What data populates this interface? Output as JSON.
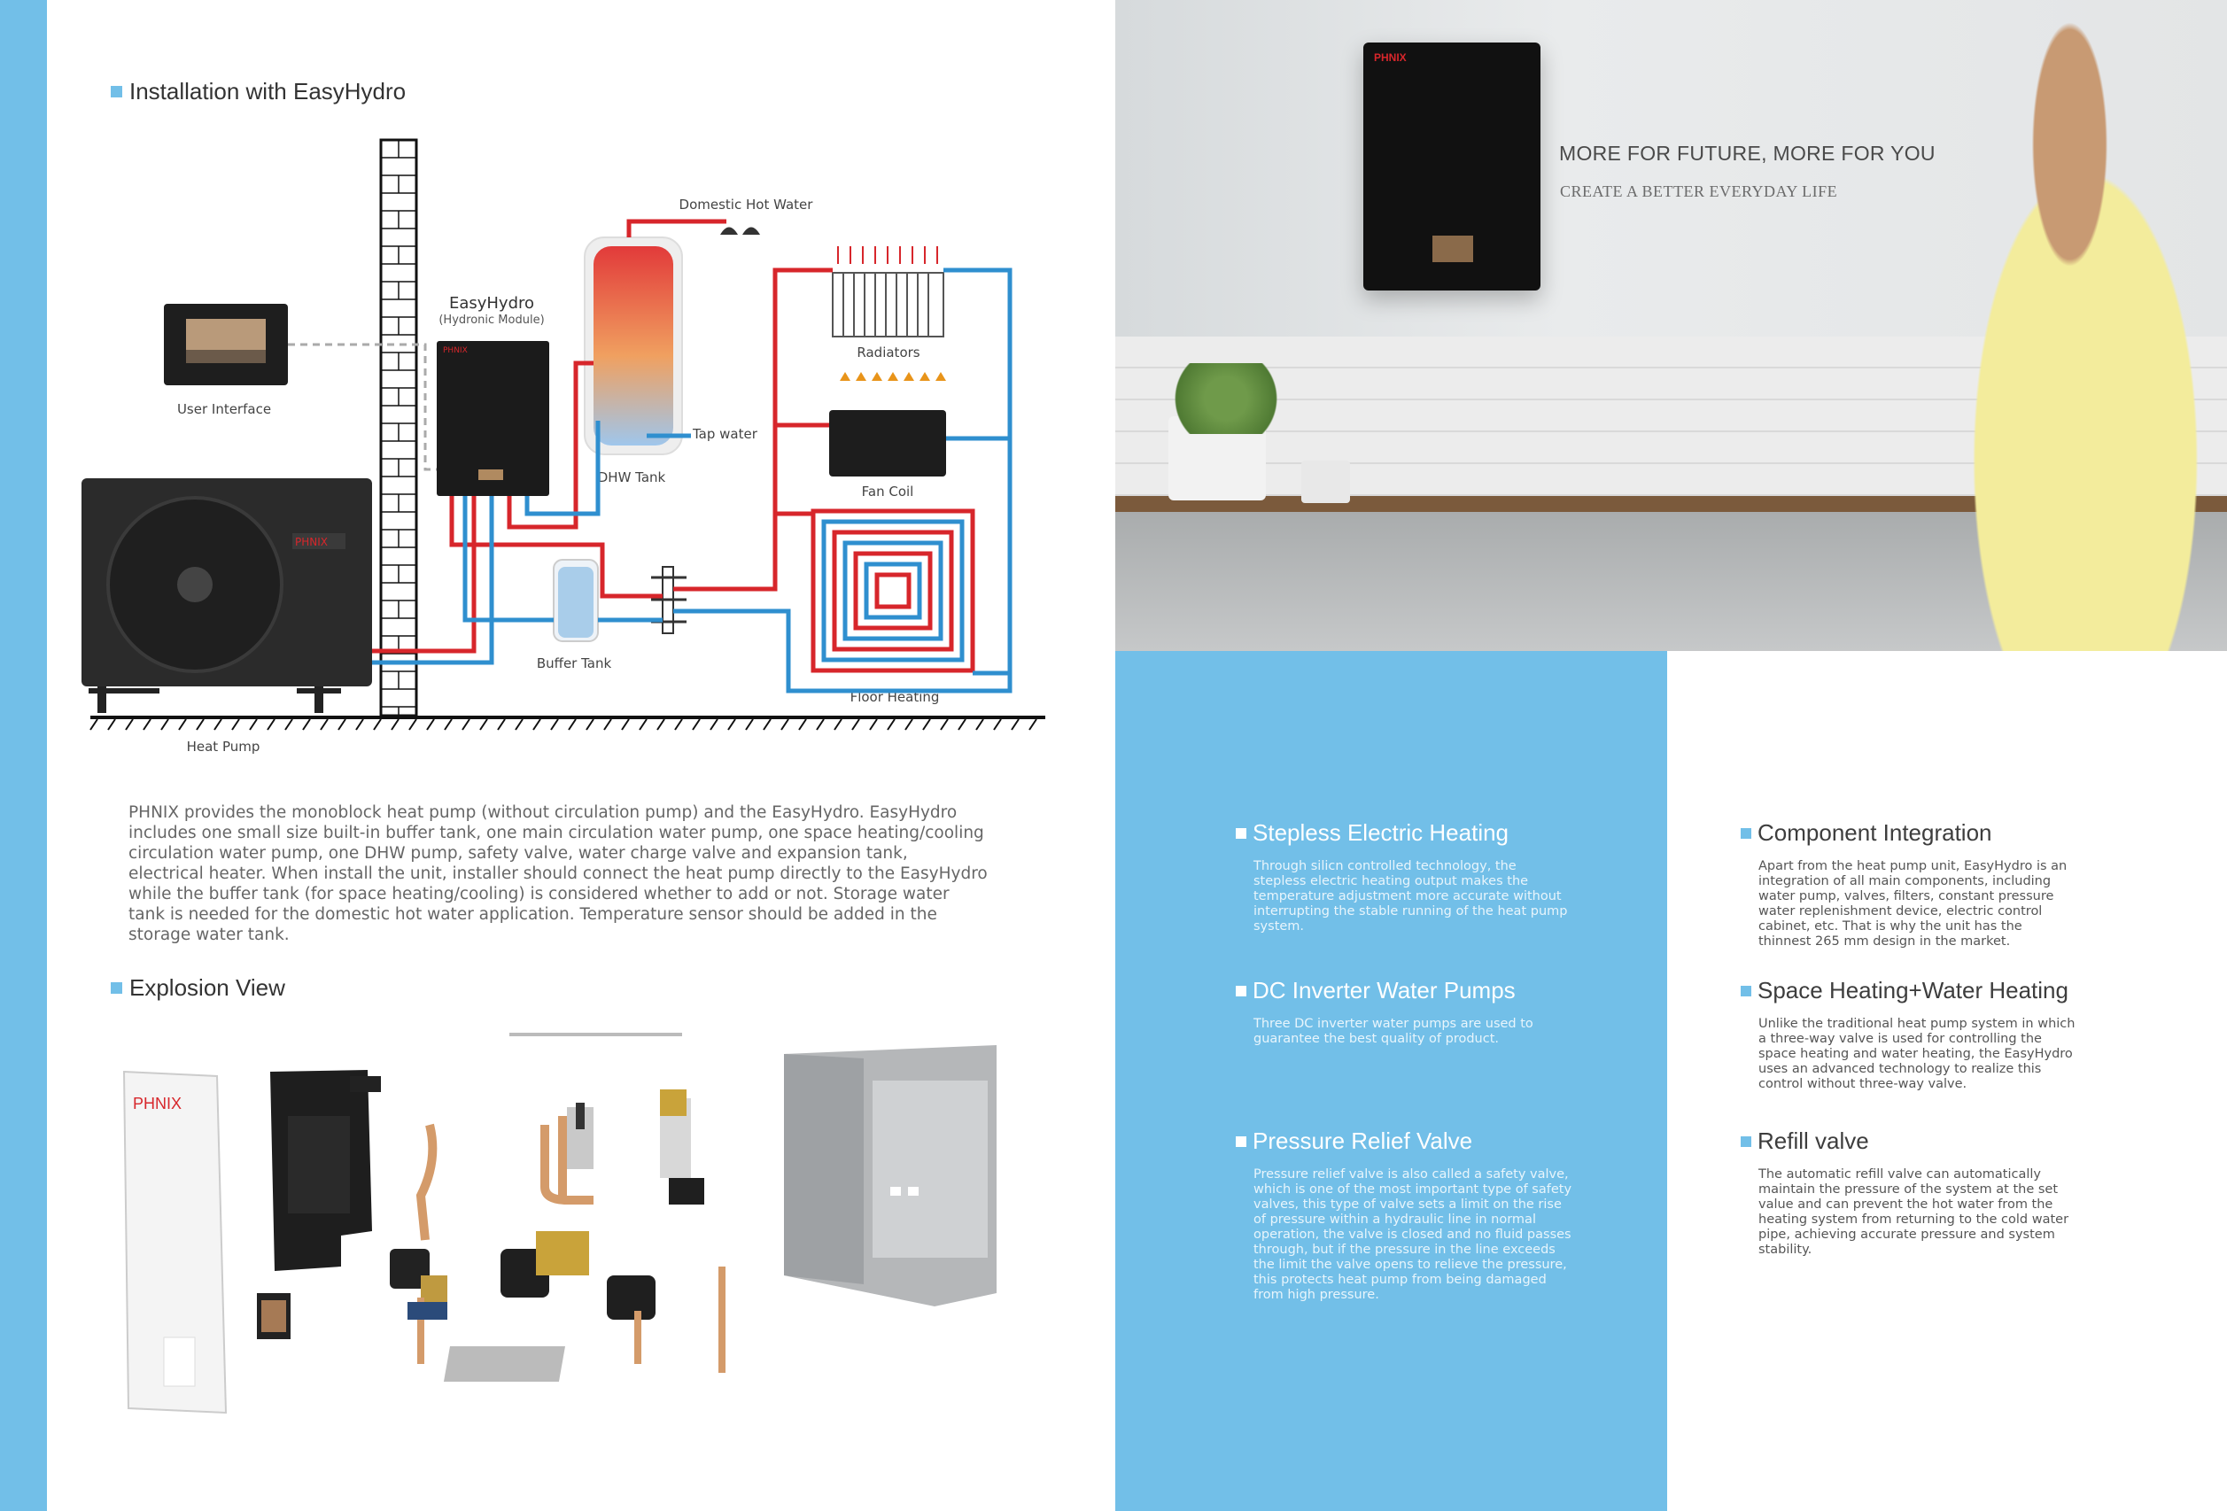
{
  "installation": {
    "title": "Installation with EasyHydro",
    "labels": {
      "domestic_hot_water": "Domestic Hot Water",
      "easyhydro": "EasyHydro",
      "hydronic_module": "(Hydronic Module)",
      "radiators": "Radiators",
      "user_interface": "User Interface",
      "tap_water": "Tap water",
      "dhw_tank": "DHW Tank",
      "fan_coil": "Fan Coil",
      "buffer_tank": "Buffer Tank",
      "floor_heating": "Floor Heating",
      "heat_pump": "Heat Pump",
      "brand_small": "PHNIX"
    },
    "description": "PHNIX provides the monoblock heat pump (without circulation pump) and the EasyHydro. EasyHydro includes one small size built-in buffer tank, one main circulation water pump, one space heating/cooling circulation water pump, one DHW pump, safety valve, water charge valve and expansion tank, electrical heater. When install the unit, installer should connect the heat pump directly to the EasyHydro while the buffer tank (for space heating/cooling) is considered whether to add or not. Storage water tank is needed for the domestic hot water application. Temperature sensor should be added in the storage water tank."
  },
  "explosion": {
    "title": "Explosion View",
    "brand": "PHNIX"
  },
  "hero": {
    "brand": "PHNIX",
    "title": "MORE FOR FUTURE, MORE FOR YOU",
    "subtitle": "CREATE A BETTER EVERYDAY LIFE"
  },
  "features": {
    "stepless": {
      "title": "Stepless Electric Heating",
      "text": "Through silicn controlled technology, the stepless electric heating output makes the temperature adjustment more accurate without interrupting the stable running of the heat pump system."
    },
    "dc_pumps": {
      "title": "DC Inverter Water Pumps",
      "text": "Three DC inverter water pumps are used to guarantee the best quality of product."
    },
    "pressure": {
      "title": "Pressure Relief Valve",
      "text": "Pressure relief valve is also called a safety valve, which is one of the most important type of safety valves, this type of valve sets a limit on the rise of pressure within a hydraulic line in normal operation, the valve is closed and no fluid passes through, but if the pressure in the line exceeds the limit the valve opens to relieve the pressure, this protects heat pump from being damaged from high pressure."
    },
    "component": {
      "title": "Component Integration",
      "text": "Apart from the heat pump unit, EasyHydro is an integration of all main components, including water pump, valves, filters, constant pressure water replenishment device, electric control cabinet, etc. That is why the unit has the thinnest 265 mm design in the market."
    },
    "space": {
      "title": "Space Heating+Water Heating",
      "text": "Unlike the traditional heat pump system in which a three-way valve is used for controlling the space heating and water heating, the EasyHydro uses an advanced technology to realize this control without three-way valve."
    },
    "refill": {
      "title": "Refill valve",
      "text": "The automatic refill valve can automatically maintain the pressure of the system at the set value and can prevent the hot water from the heating system from returning to the cold water pipe, achieving accurate pressure and system stability."
    }
  },
  "colors": {
    "accent_blue": "#72bfe8",
    "pipe_hot": "#d7262b",
    "pipe_cold": "#2f8fcf"
  }
}
